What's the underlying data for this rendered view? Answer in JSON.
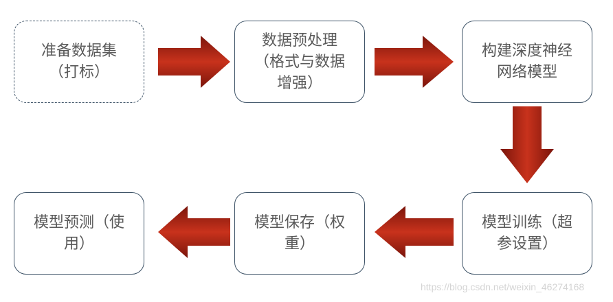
{
  "steps": [
    {
      "label": "准备数据集（打标）"
    },
    {
      "label": "数据预处理（格式与数据增强）"
    },
    {
      "label": "构建深度神经网络模型"
    },
    {
      "label": "模型训练（超参设置）"
    },
    {
      "label": "模型保存（权重）"
    },
    {
      "label": "模型预测（使用）"
    }
  ],
  "colors": {
    "arrow_dark": "#8e1a0e",
    "arrow_light": "#c8321c",
    "border": "#3f5468",
    "text": "#5a5a5a"
  },
  "watermark": "https://blog.csdn.net/weixin_46274168"
}
